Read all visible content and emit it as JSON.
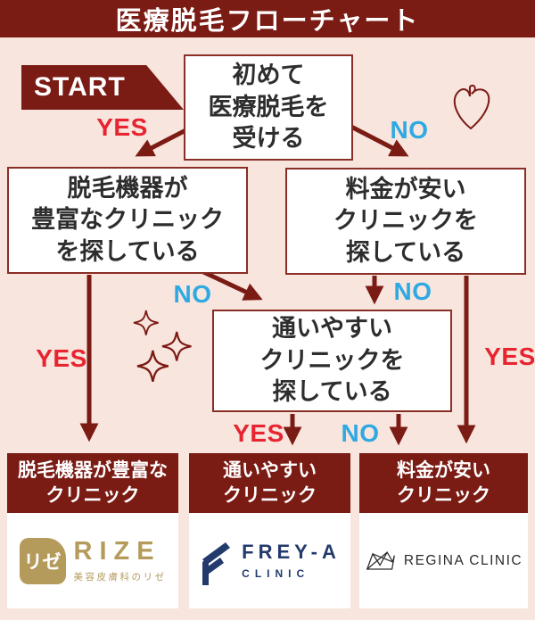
{
  "header": {
    "title": "医療脱毛フローチャート"
  },
  "flow": {
    "start_label": "START",
    "labels": {
      "yes": "YES",
      "no": "NO"
    },
    "nodes": {
      "first_time": "初めて\n医療脱毛を\n受ける",
      "machines": "脱毛機器が\n豊富なクリニック\nを探している",
      "cheap": "料金が安い\nクリニックを\n探している",
      "accessible": "通いやすい\nクリニックを\n探している"
    }
  },
  "results": [
    {
      "title": "脱毛機器が豊富な\nクリニック",
      "clinic": "RIZE"
    },
    {
      "title": "通いやすい\nクリニック",
      "clinic": "FREY-A CLINIC"
    },
    {
      "title": "料金が安い\nクリニック",
      "clinic": "REGINA CLINIC"
    }
  ],
  "logos": {
    "rize": {
      "badge": "リゼ",
      "name": "RIZE",
      "sub": "美容皮膚科のリゼ",
      "color": "#b49b5c"
    },
    "freya": {
      "name": "FREY-A",
      "sub": "CLINIC",
      "color": "#233a6d"
    },
    "regina": {
      "name": "REGINA CLINIC",
      "color": "#2b2b2b"
    }
  },
  "icons": {
    "heart": "heart-icon",
    "sparkles": "sparkles-icon"
  },
  "colors": {
    "dark_red": "#7a1b14",
    "yes_red": "#e72430",
    "no_blue": "#2fa9e2",
    "background": "#f8e5de",
    "box_border": "#8a2e26"
  }
}
